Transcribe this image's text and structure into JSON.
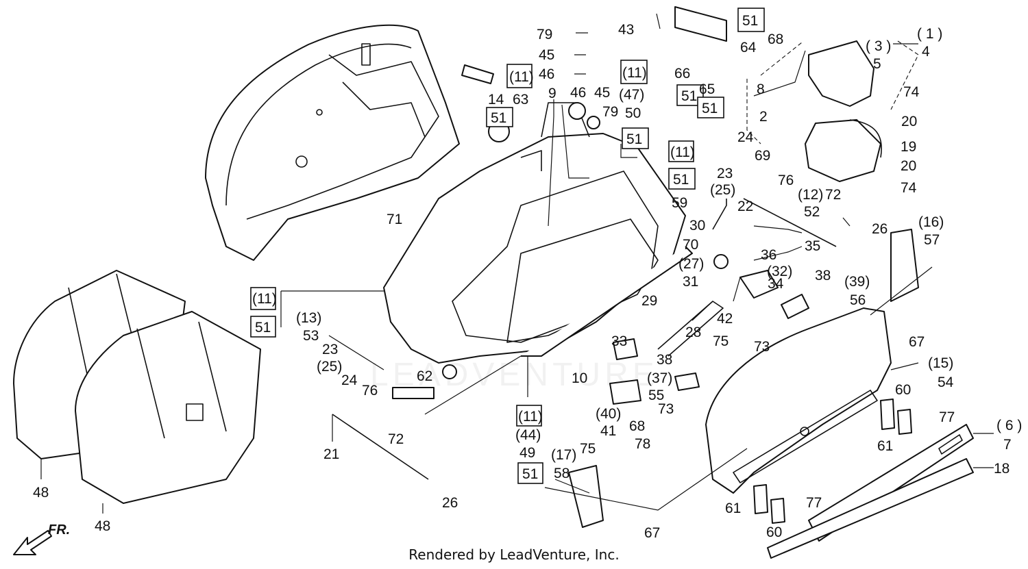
{
  "diagram": {
    "callouts": [
      {
        "id": "c43",
        "text": "43"
      },
      {
        "id": "c79a",
        "text": "79"
      },
      {
        "id": "c45a",
        "text": "45"
      },
      {
        "id": "c46a",
        "text": "46"
      },
      {
        "id": "c9",
        "text": "9"
      },
      {
        "id": "c46b",
        "text": "46"
      },
      {
        "id": "c45b",
        "text": "45"
      },
      {
        "id": "c79b",
        "text": "79"
      },
      {
        "id": "c14",
        "text": "14"
      },
      {
        "id": "c63",
        "text": "63"
      },
      {
        "id": "c47",
        "text": "(47)"
      },
      {
        "id": "c50",
        "text": "50"
      },
      {
        "id": "c68a",
        "text": "68"
      },
      {
        "id": "c64",
        "text": "64"
      },
      {
        "id": "c66",
        "text": "66"
      },
      {
        "id": "c65",
        "text": "65"
      },
      {
        "id": "c1",
        "text": "( 1 )"
      },
      {
        "id": "c4",
        "text": "4"
      },
      {
        "id": "c3",
        "text": "( 3 )"
      },
      {
        "id": "c5",
        "text": "5"
      },
      {
        "id": "c8",
        "text": "8"
      },
      {
        "id": "c74a",
        "text": "74"
      },
      {
        "id": "c2",
        "text": "2"
      },
      {
        "id": "c20a",
        "text": "20"
      },
      {
        "id": "c24a",
        "text": "24"
      },
      {
        "id": "c69",
        "text": "69"
      },
      {
        "id": "c19",
        "text": "19"
      },
      {
        "id": "c20b",
        "text": "20"
      },
      {
        "id": "c23a",
        "text": "23"
      },
      {
        "id": "c25a",
        "text": "(25)"
      },
      {
        "id": "c76a",
        "text": "76"
      },
      {
        "id": "c22",
        "text": "22"
      },
      {
        "id": "c74b",
        "text": "74"
      },
      {
        "id": "c12",
        "text": "(12)"
      },
      {
        "id": "c72a",
        "text": "72"
      },
      {
        "id": "c52",
        "text": "52"
      },
      {
        "id": "c59",
        "text": "59"
      },
      {
        "id": "c71",
        "text": "71"
      },
      {
        "id": "c30",
        "text": "30"
      },
      {
        "id": "c26a",
        "text": "26"
      },
      {
        "id": "c16",
        "text": "(16)"
      },
      {
        "id": "c57",
        "text": "57"
      },
      {
        "id": "c70",
        "text": "70"
      },
      {
        "id": "c36",
        "text": "36"
      },
      {
        "id": "c35",
        "text": "35"
      },
      {
        "id": "c27",
        "text": "(27)"
      },
      {
        "id": "c31",
        "text": "31"
      },
      {
        "id": "c32",
        "text": "(32)"
      },
      {
        "id": "c34",
        "text": "34"
      },
      {
        "id": "c38a",
        "text": "38"
      },
      {
        "id": "c39",
        "text": "(39)"
      },
      {
        "id": "c56",
        "text": "56"
      },
      {
        "id": "c29",
        "text": "29"
      },
      {
        "id": "c42",
        "text": "42"
      },
      {
        "id": "c28",
        "text": "28"
      },
      {
        "id": "c75a",
        "text": "75"
      },
      {
        "id": "c73a",
        "text": "73"
      },
      {
        "id": "c67a",
        "text": "67"
      },
      {
        "id": "c13",
        "text": "(13)"
      },
      {
        "id": "c53",
        "text": "53"
      },
      {
        "id": "c23b",
        "text": "23"
      },
      {
        "id": "c25b",
        "text": "(25)"
      },
      {
        "id": "c24b",
        "text": "24"
      },
      {
        "id": "c76b",
        "text": "76"
      },
      {
        "id": "c62",
        "text": "62"
      },
      {
        "id": "c33",
        "text": "33"
      },
      {
        "id": "c38b",
        "text": "38"
      },
      {
        "id": "c10",
        "text": "10"
      },
      {
        "id": "c37",
        "text": "(37)"
      },
      {
        "id": "c55",
        "text": "55"
      },
      {
        "id": "c15",
        "text": "(15)"
      },
      {
        "id": "c54",
        "text": "54"
      },
      {
        "id": "c73b",
        "text": "73"
      },
      {
        "id": "c60a",
        "text": "60"
      },
      {
        "id": "c40",
        "text": "(40)"
      },
      {
        "id": "c41",
        "text": "41"
      },
      {
        "id": "c68b",
        "text": "68"
      },
      {
        "id": "c78",
        "text": "78"
      },
      {
        "id": "c77a",
        "text": "77"
      },
      {
        "id": "c6",
        "text": "( 6 )"
      },
      {
        "id": "c7",
        "text": "7"
      },
      {
        "id": "c61a",
        "text": "61"
      },
      {
        "id": "c21",
        "text": "21"
      },
      {
        "id": "c72b",
        "text": "72"
      },
      {
        "id": "c44",
        "text": "(44)"
      },
      {
        "id": "c49",
        "text": "49"
      },
      {
        "id": "c75b",
        "text": "75"
      },
      {
        "id": "c17",
        "text": "(17)"
      },
      {
        "id": "c58",
        "text": "58"
      },
      {
        "id": "c18",
        "text": "18"
      },
      {
        "id": "c26b",
        "text": "26"
      },
      {
        "id": "c61b",
        "text": "61"
      },
      {
        "id": "c77b",
        "text": "77"
      },
      {
        "id": "c60b",
        "text": "60"
      },
      {
        "id": "c48a",
        "text": "48"
      },
      {
        "id": "c48b",
        "text": "48"
      },
      {
        "id": "c67b",
        "text": "67"
      }
    ],
    "boxed_labels": [
      {
        "id": "b51a",
        "text": "51"
      },
      {
        "id": "b11a",
        "text": "(11)"
      },
      {
        "id": "b51b",
        "text": "51"
      },
      {
        "id": "b11b",
        "text": "(11)"
      },
      {
        "id": "b51c",
        "text": "51"
      },
      {
        "id": "b51d",
        "text": "51"
      },
      {
        "id": "b51e",
        "text": "51"
      },
      {
        "id": "b11c",
        "text": "(11)"
      },
      {
        "id": "b51f",
        "text": "51"
      },
      {
        "id": "b11d",
        "text": "(11)"
      },
      {
        "id": "b51g",
        "text": "51"
      },
      {
        "id": "b11e",
        "text": "(11)"
      },
      {
        "id": "b51h",
        "text": "51"
      }
    ],
    "direction_label": "FR.",
    "watermark": "LEADVENTURE"
  },
  "footer": {
    "text": "Rendered by LeadVenture, Inc."
  }
}
